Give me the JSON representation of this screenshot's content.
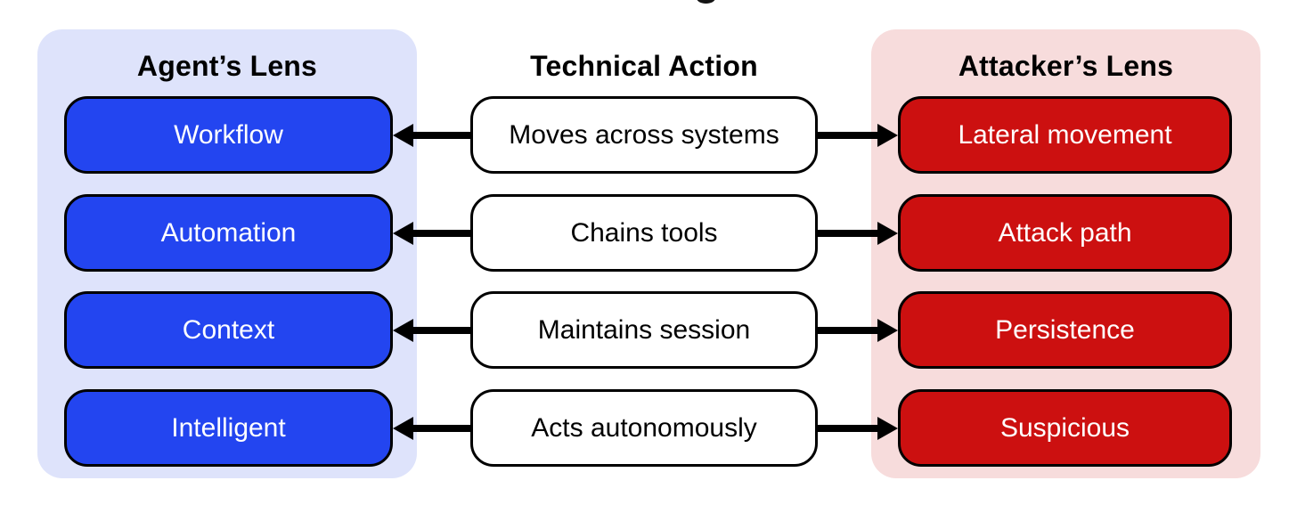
{
  "diagram": {
    "columns": {
      "agent": {
        "title": "Agent’s Lens"
      },
      "action": {
        "title": "Technical Action"
      },
      "attacker": {
        "title": "Attacker’s Lens"
      }
    },
    "rows": [
      {
        "agent": "Workflow",
        "action": "Moves across systems",
        "attacker": "Lateral movement"
      },
      {
        "agent": "Automation",
        "action": "Chains tools",
        "attacker": "Attack path"
      },
      {
        "agent": "Context",
        "action": "Maintains session",
        "attacker": "Persistence"
      },
      {
        "agent": "Intelligent",
        "action": "Acts autonomously",
        "attacker": "Suspicious"
      }
    ],
    "colors": {
      "agent_panel_bg": "#dee3fb",
      "agent_box_bg": "#2345f0",
      "attacker_panel_bg": "#f7dcdc",
      "attacker_box_bg": "#cc1010",
      "action_box_bg": "#ffffff",
      "box_border": "#000000",
      "arrow": "#000000",
      "header_text": "#000000",
      "box_text_light": "#ffffff",
      "box_text_dark": "#000000"
    }
  }
}
